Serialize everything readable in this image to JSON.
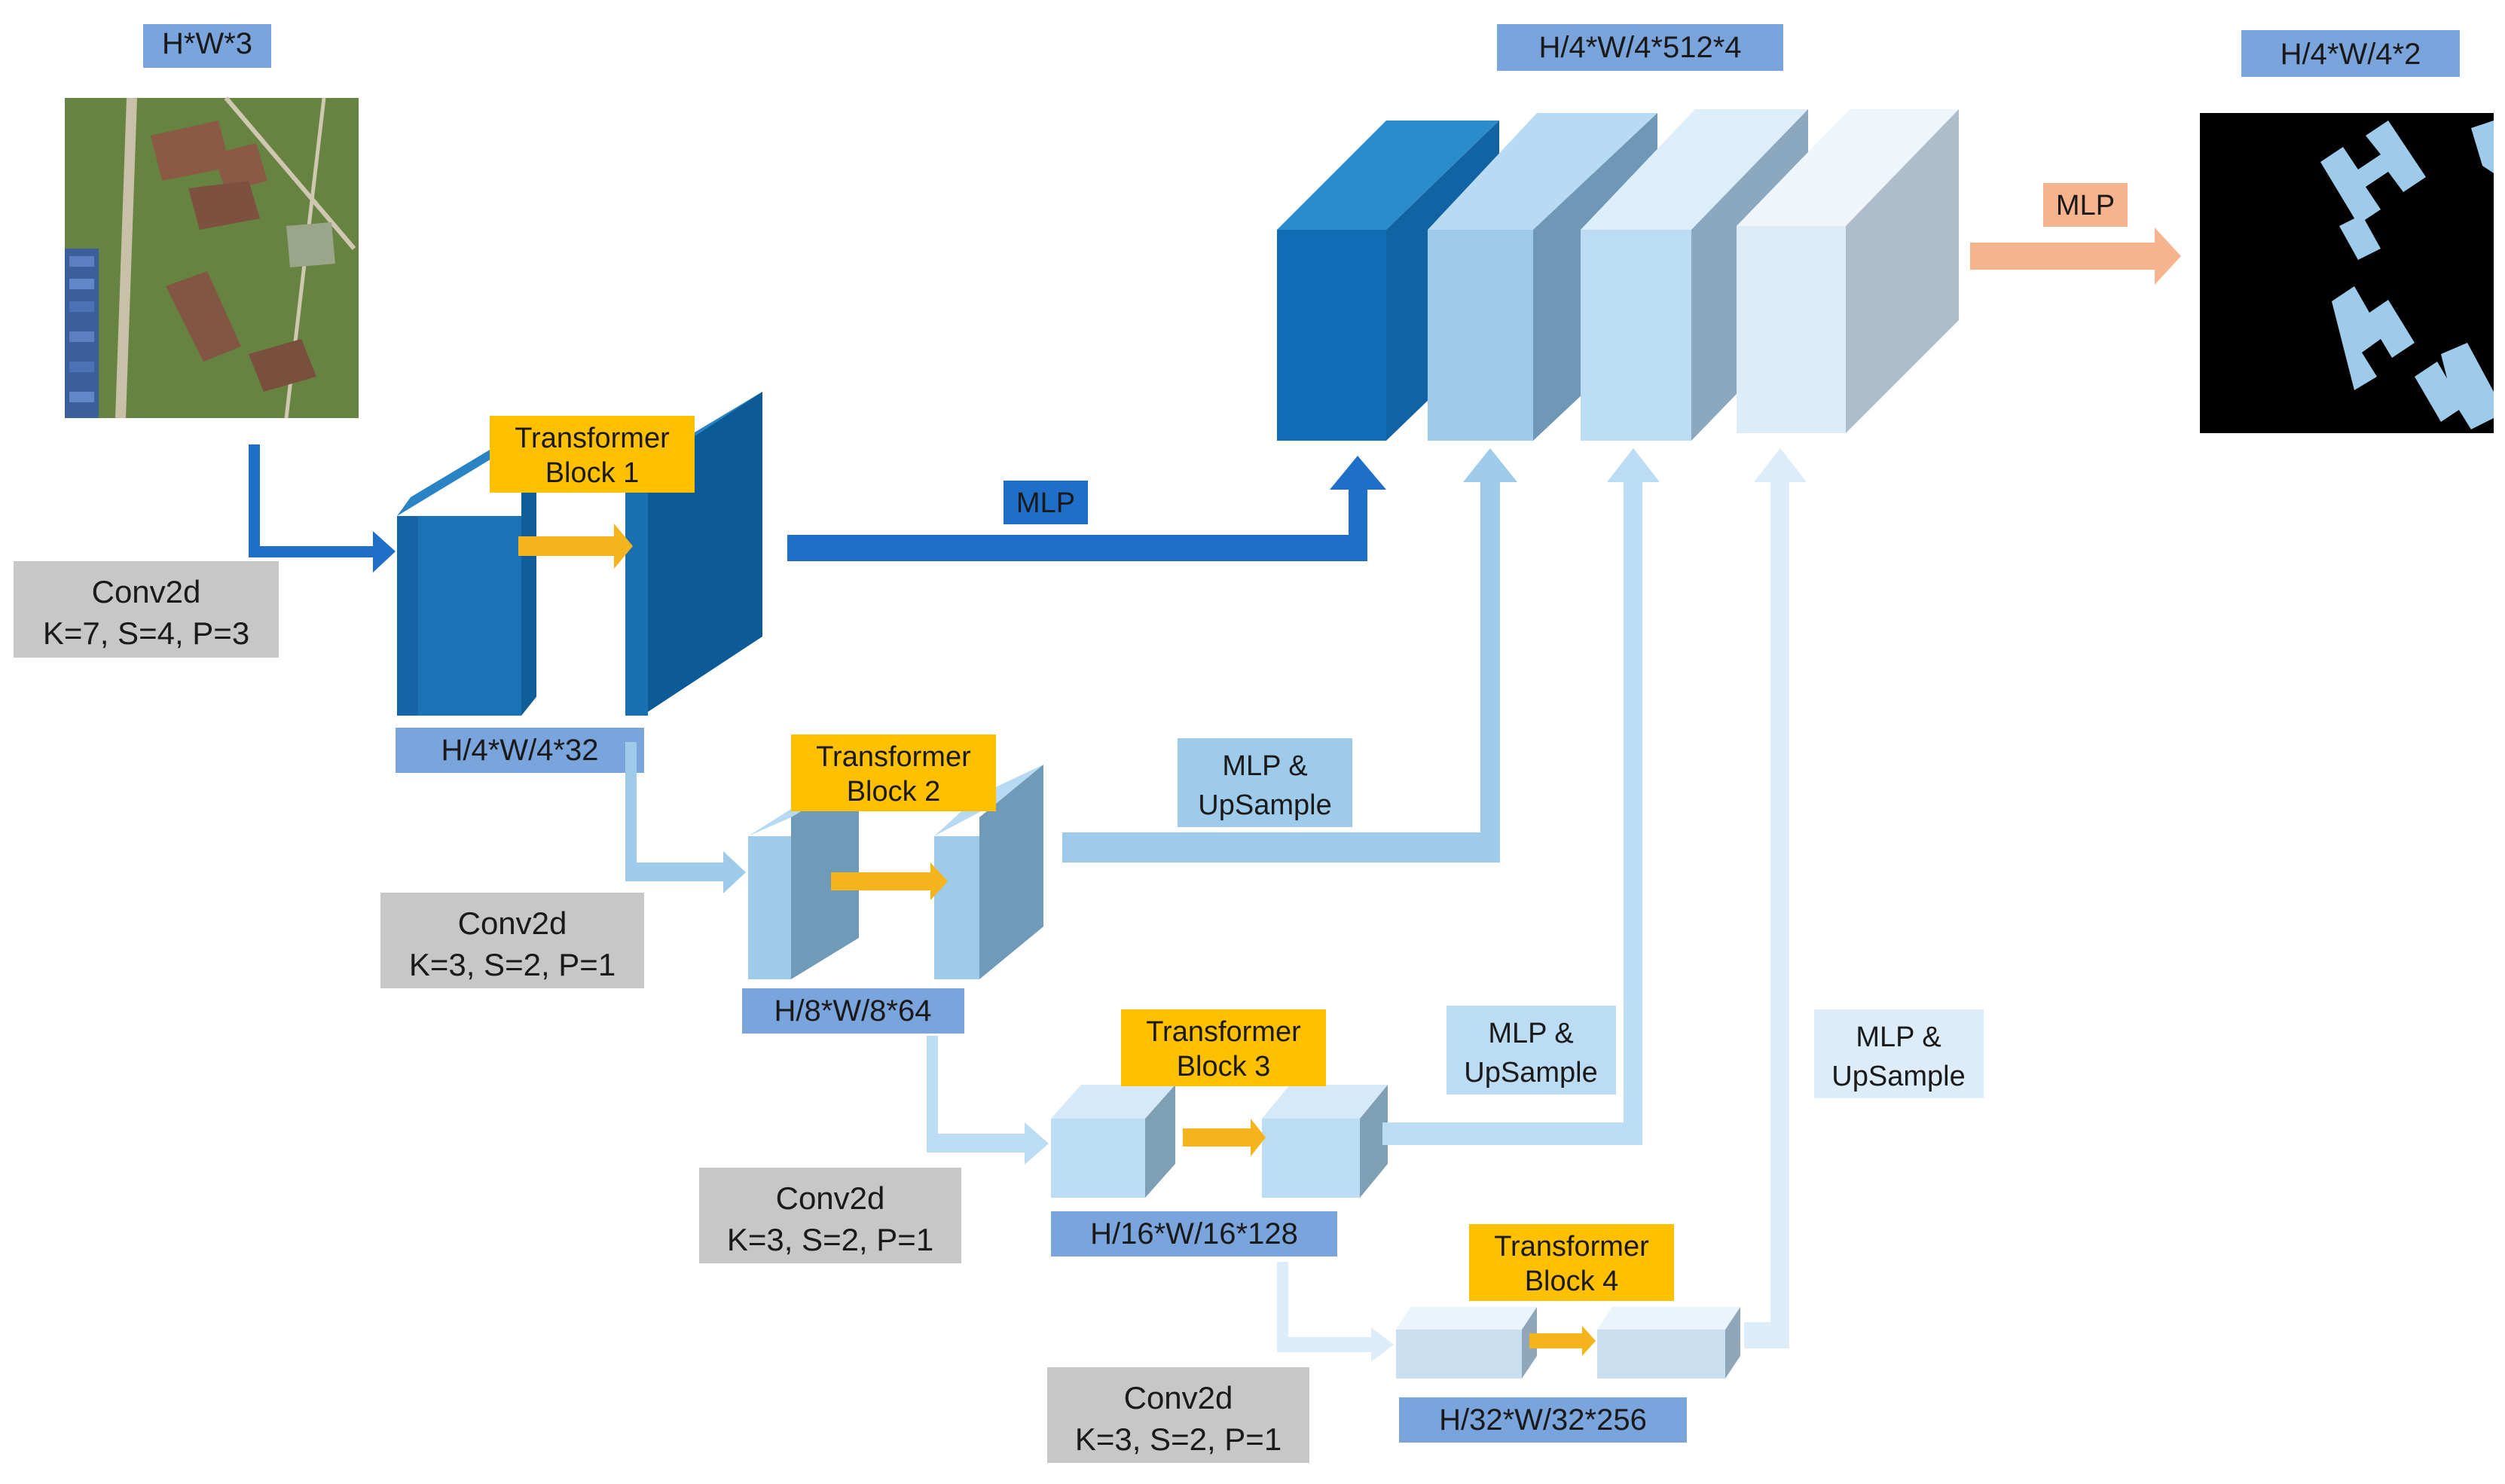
{
  "input": {
    "shape": "H*W*3"
  },
  "output": {
    "shape": "H/4*W/4*2"
  },
  "fused": {
    "shape": "H/4*W/4*512*4"
  },
  "head_mlp": "MLP",
  "stages": [
    {
      "conv": {
        "title": "Conv2d",
        "params": "K=7, S=4, P=3"
      },
      "transformer": {
        "line1": "Transformer",
        "line2": "Block 1"
      },
      "shape": "H/4*W/4*32",
      "mlp": {
        "line1": "MLP",
        "line2": ""
      }
    },
    {
      "conv": {
        "title": "Conv2d",
        "params": "K=3, S=2, P=1"
      },
      "transformer": {
        "line1": "Transformer",
        "line2": "Block 2"
      },
      "shape": "H/8*W/8*64",
      "mlp": {
        "line1": "MLP &",
        "line2": "UpSample"
      }
    },
    {
      "conv": {
        "title": "Conv2d",
        "params": "K=3, S=2, P=1"
      },
      "transformer": {
        "line1": "Transformer",
        "line2": "Block 3"
      },
      "shape": "H/16*W/16*128",
      "mlp": {
        "line1": "MLP &",
        "line2": "UpSample"
      }
    },
    {
      "conv": {
        "title": "Conv2d",
        "params": "K=3, S=2, P=1"
      },
      "transformer": {
        "line1": "Transformer",
        "line2": "Block 4"
      },
      "shape": "H/32*W/32*256",
      "mlp": {
        "line1": "MLP &",
        "line2": "UpSample"
      }
    }
  ],
  "colors": {
    "stage1": "#1565c0",
    "stage2": "#9ecbea",
    "stage3": "#bcdcf3",
    "stage4": "#dcecf9",
    "shape_label": "#7aa4dc",
    "conv_label": "#c7c7c7",
    "transformer_label": "#ffc000",
    "head_mlp": "#f6b48e"
  }
}
